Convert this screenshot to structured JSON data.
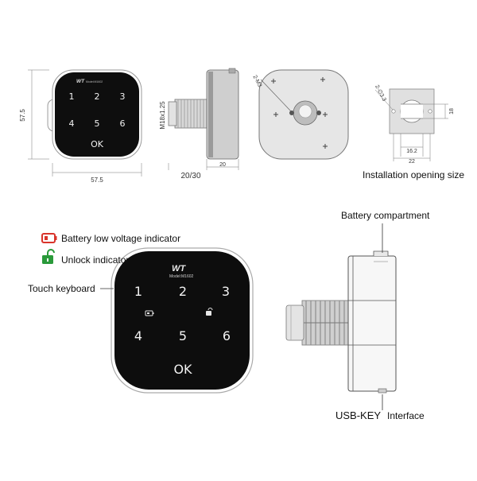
{
  "top": {
    "front_dims": {
      "height": "57.5",
      "width": "57.5"
    },
    "front_panel": {
      "brand": "WT",
      "model": "Model:M1602",
      "keys": [
        "1",
        "2",
        "3",
        "4",
        "5",
        "6",
        "OK"
      ]
    },
    "side_dims": {
      "thread": "M18x1.25",
      "length": "20/30",
      "depth": "20"
    },
    "back_dims": {
      "screws": "2-M3"
    },
    "opening": {
      "holes": "2-∅3.3",
      "height": "18",
      "inner_width": "16.2",
      "outer_width": "22"
    },
    "opening_caption": "Installation opening size"
  },
  "bottom": {
    "legend": {
      "battery_label": "Battery low voltage indicator",
      "unlock_label": "Unlock indicator",
      "battery_color": "#d9342b",
      "unlock_color": "#2a9a3a"
    },
    "touch_keyboard_label": "Touch keyboard",
    "panel": {
      "brand": "WT",
      "model": "Model:M1602",
      "keys": [
        "1",
        "2",
        "3",
        "4",
        "5",
        "6",
        "OK"
      ]
    },
    "battery_compartment_label": "Battery compartment",
    "usb_label": "USB-KEY",
    "interface_label": "Interface"
  }
}
